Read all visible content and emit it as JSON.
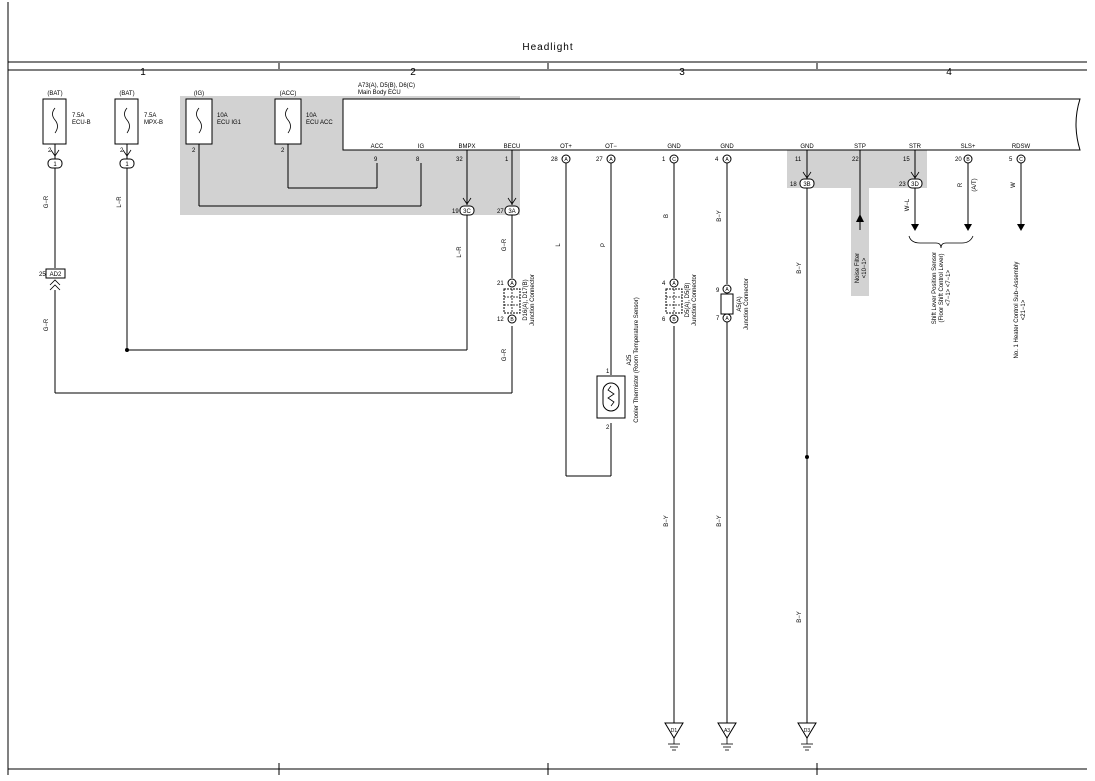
{
  "title": "Headlight",
  "columns": [
    "1",
    "2",
    "3",
    "4"
  ],
  "fuses": [
    {
      "source": "(BAT)",
      "rating": "7.5A",
      "name": "ECU-B",
      "pin": "2",
      "connector": "1"
    },
    {
      "source": "(BAT)",
      "rating": "7.5A",
      "name": "MPX-B",
      "pin": "2",
      "connector": "1"
    },
    {
      "source": "(IG)",
      "rating": "10A",
      "name": "ECU IG1",
      "pin": "2"
    },
    {
      "source": "(ACC)",
      "rating": "10A",
      "name": "ECU ACC",
      "pin": "2"
    }
  ],
  "ecu": {
    "code": "A73(A), D5(B), D6(C)",
    "name": "Main Body ECU"
  },
  "terminals": [
    {
      "name": "ACC",
      "pin": "9"
    },
    {
      "name": "IG",
      "pin": "8"
    },
    {
      "name": "BMPX",
      "pin": "32",
      "jpin": "19",
      "jcon": "3C"
    },
    {
      "name": "BECU",
      "pin": "1",
      "jpin": "27",
      "jcon": "3A"
    },
    {
      "name": "OT+",
      "pin": "28",
      "con": "A"
    },
    {
      "name": "OT−",
      "pin": "27",
      "con": "A"
    },
    {
      "name": "GND",
      "pin": "1",
      "con": "C"
    },
    {
      "name": "GND",
      "pin": "4",
      "con": "A"
    },
    {
      "name": "GND",
      "pin": "11",
      "jpin": "18",
      "jcon": "3B"
    },
    {
      "name": "STP",
      "pin": "22"
    },
    {
      "name": "STR",
      "pin": "15",
      "jpin": "23",
      "jcon": "3D"
    },
    {
      "name": "SLS+",
      "pin": "20",
      "con": "B"
    },
    {
      "name": "RDSW",
      "pin": "5",
      "con": "C"
    }
  ],
  "wires": {
    "gr": "G−R",
    "lr": "L−R",
    "l": "L",
    "p": "P",
    "b": "B",
    "by": "B−Y",
    "wl": "W−L",
    "r": "R",
    "at": "(A/T)",
    "w": "W"
  },
  "ad2": {
    "pin": "25",
    "name": "AD2"
  },
  "junctions": [
    {
      "code": "D16(A), D17(B)",
      "name": "Junction Connector",
      "pin_top": "21",
      "con_top": "A",
      "pin_bottom": "12",
      "con_bottom": "B"
    },
    {
      "code": "D5(A), D5(B)",
      "name": "Junction Connector",
      "pin_top": "4",
      "con_top": "A",
      "pin_bottom": "6",
      "con_bottom": "B"
    },
    {
      "code": "A5(A)",
      "name": "Junction Connector",
      "pin_top": "9",
      "con_top": "A",
      "pin_bottom": "7",
      "con_bottom": "A"
    }
  ],
  "thermistor": {
    "code": "A25",
    "name": "Cooler Thermistor (Room Temperature Sensor)",
    "pin_top": "1",
    "pin_bottom": "2"
  },
  "noise_filter": {
    "name": "Noise Filter",
    "ref": "<10−1>"
  },
  "shift_sensor": {
    "name": "Shift Lever Position Sensor",
    "sub": "(Floor Shift Control Lever)",
    "ref": "<7−1> <7−1>"
  },
  "heater": {
    "name": "No. 1 Heater Control Sub−Assembly",
    "ref": "<21−1>"
  },
  "grounds": [
    "D1",
    "A3",
    "D3"
  ]
}
